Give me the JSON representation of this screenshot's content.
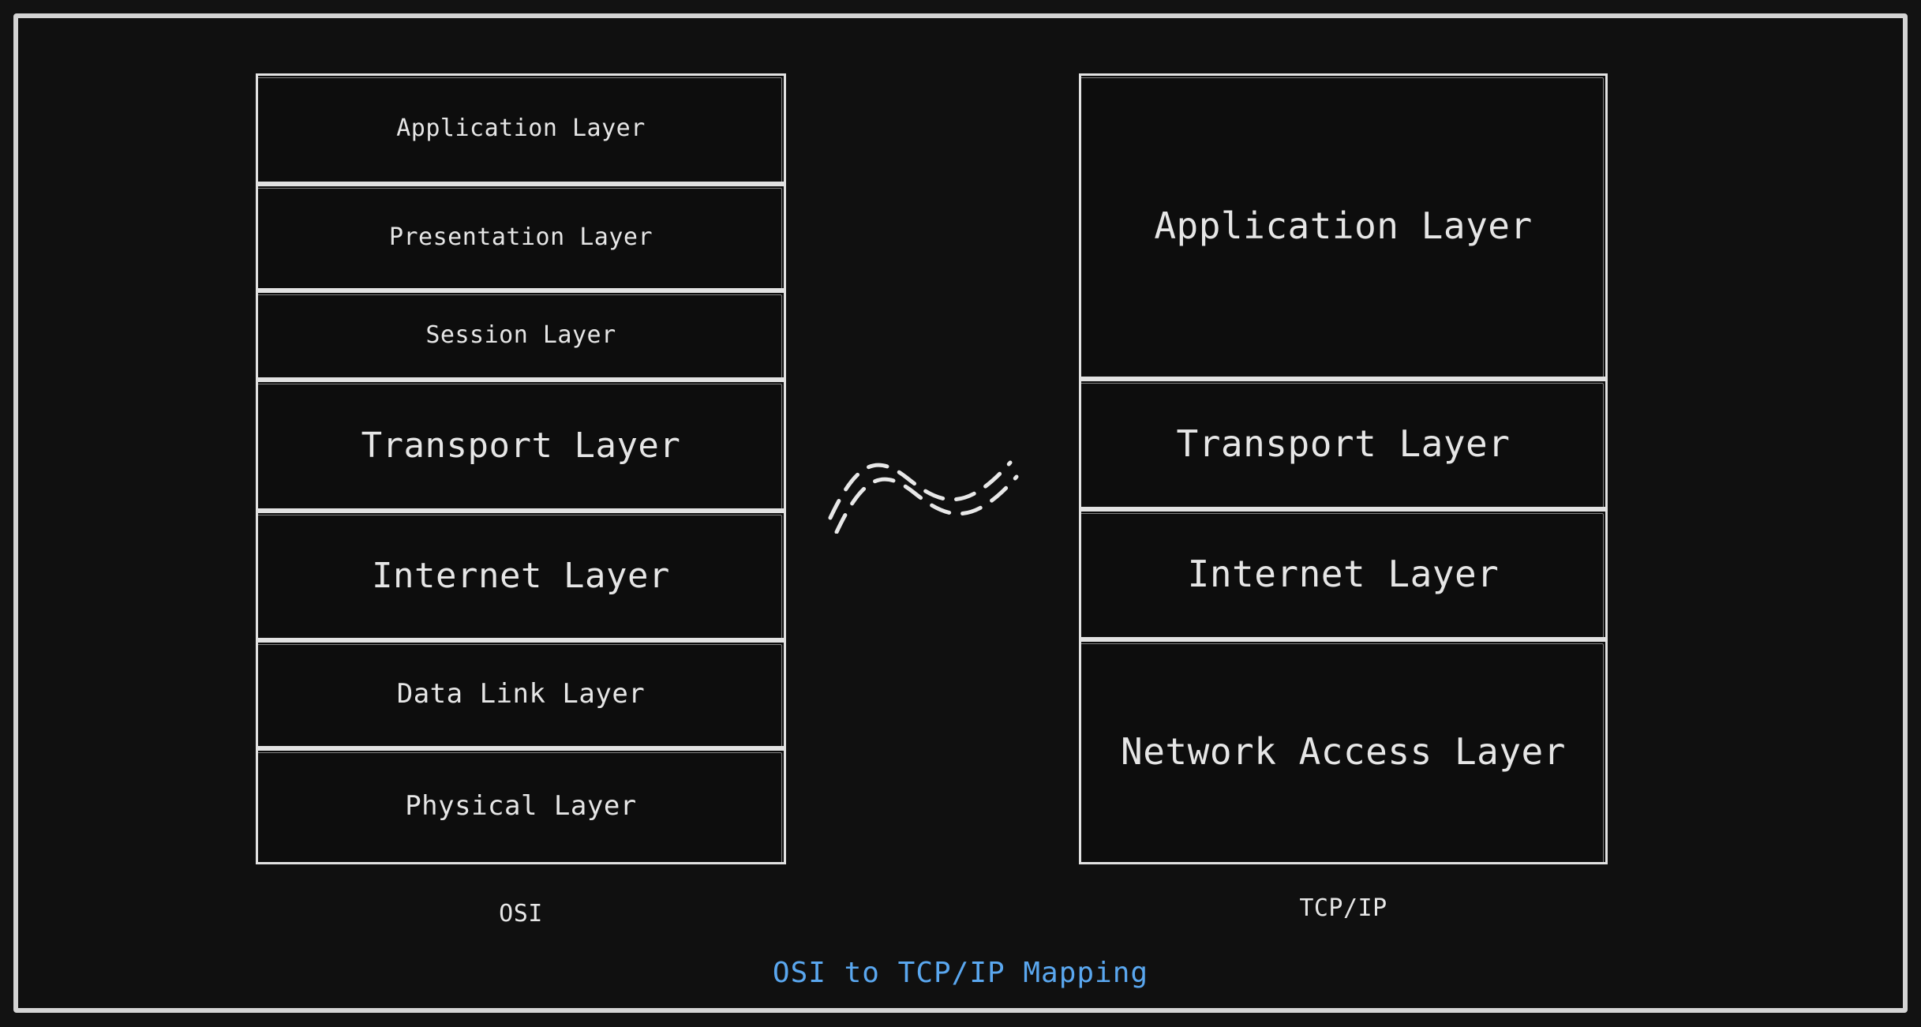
{
  "diagram": {
    "title": "OSI to TCP/IP Mapping",
    "title_color": "#5aa7ef",
    "background_color": "#121212",
    "canvas_color": "#101010",
    "stroke_color": "#e2e2e2",
    "text_color": "#e6e6e6",
    "style": "hand-drawn"
  },
  "osi_stack": {
    "caption": "OSI",
    "layers": [
      {
        "label": "Application Layer",
        "size": "sm"
      },
      {
        "label": "Presentation Layer",
        "size": "sm"
      },
      {
        "label": "Session Layer",
        "size": "sm"
      },
      {
        "label": "Transport Layer",
        "size": "lg"
      },
      {
        "label": "Internet Layer",
        "size": "lg"
      },
      {
        "label": "Data Link Layer",
        "size": "md"
      },
      {
        "label": "Physical Layer",
        "size": "md"
      }
    ]
  },
  "tcpip_stack": {
    "caption": "TCP/IP",
    "layers": [
      {
        "label": "Application Layer",
        "size": "xl"
      },
      {
        "label": "Transport Layer",
        "size": "xl"
      },
      {
        "label": "Internet Layer",
        "size": "xl"
      },
      {
        "label": "Network Access Layer",
        "size": "xl"
      }
    ]
  },
  "connector": {
    "name": "squiggle-wave",
    "style": "dashed-double-wave"
  }
}
